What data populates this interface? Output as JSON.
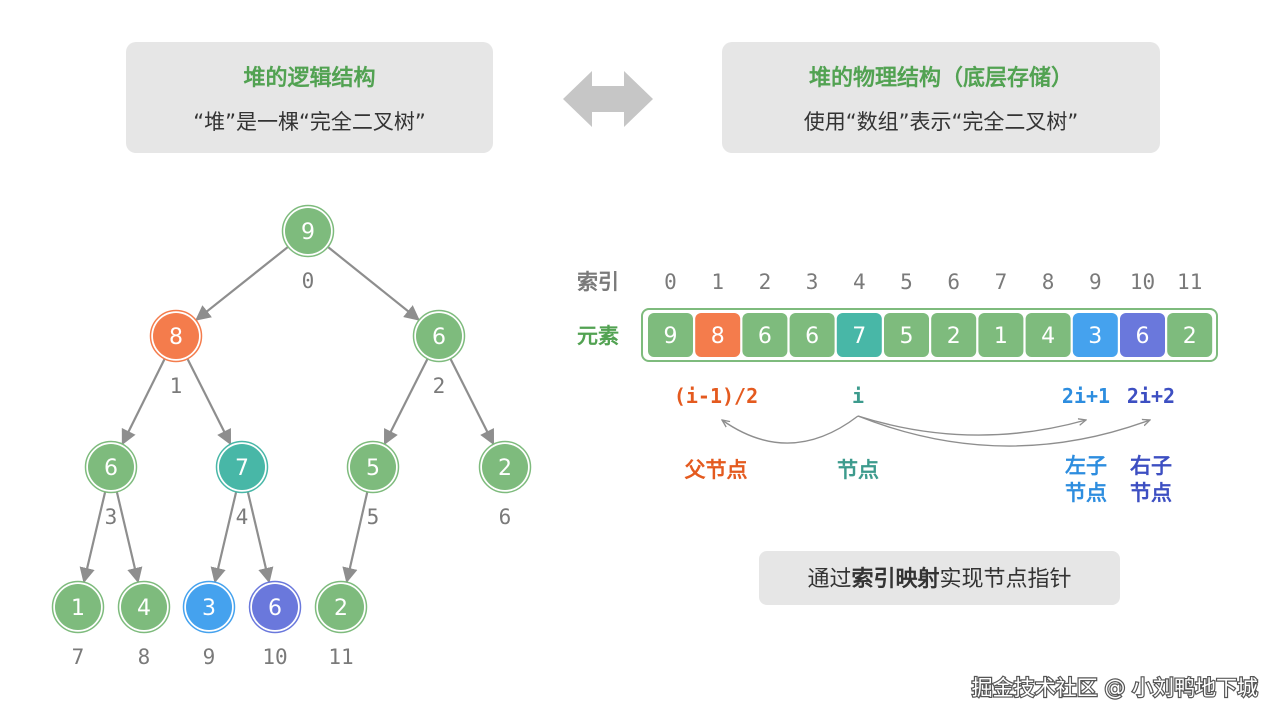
{
  "colors": {
    "green_title": "#52a252",
    "node_green": "#7ebb7d",
    "node_orange": "#f47c4c",
    "node_teal": "#48b7a7",
    "node_blue": "#45a2ee",
    "node_indigo": "#6a78dc",
    "index_text": "#7a7a7a",
    "edge": "#8e8e8e",
    "panel_bg": "#e6e6e6",
    "parent_text": "#e45a1f",
    "current_text": "#3d9b8d",
    "left_child_text": "#2d8ddf",
    "right_child_text": "#3d4fc2"
  },
  "logical_panel": {
    "title": "堆的逻辑结构",
    "subtitle": "“堆”是一棵“完全二叉树”"
  },
  "physical_panel": {
    "title": "堆的物理结构（底层存储）",
    "subtitle": "使用“数组”表示“完全二叉树”"
  },
  "double_arrow": {
    "icon": "double-arrow-icon"
  },
  "tree": {
    "nodes": [
      {
        "value": "9",
        "index": "0",
        "color": "green"
      },
      {
        "value": "8",
        "index": "1",
        "color": "orange"
      },
      {
        "value": "6",
        "index": "2",
        "color": "green"
      },
      {
        "value": "6",
        "index": "3",
        "color": "green"
      },
      {
        "value": "7",
        "index": "4",
        "color": "teal"
      },
      {
        "value": "5",
        "index": "5",
        "color": "green"
      },
      {
        "value": "2",
        "index": "6",
        "color": "green"
      },
      {
        "value": "1",
        "index": "7",
        "color": "green"
      },
      {
        "value": "4",
        "index": "8",
        "color": "green"
      },
      {
        "value": "3",
        "index": "9",
        "color": "blue"
      },
      {
        "value": "6",
        "index": "10",
        "color": "indigo"
      },
      {
        "value": "2",
        "index": "11",
        "color": "green"
      }
    ]
  },
  "array": {
    "index_label": "索引",
    "element_label": "元素",
    "indices": [
      "0",
      "1",
      "2",
      "3",
      "4",
      "5",
      "6",
      "7",
      "8",
      "9",
      "10",
      "11"
    ],
    "cells": [
      {
        "value": "9",
        "color": "green"
      },
      {
        "value": "8",
        "color": "orange"
      },
      {
        "value": "6",
        "color": "green"
      },
      {
        "value": "6",
        "color": "green"
      },
      {
        "value": "7",
        "color": "teal"
      },
      {
        "value": "5",
        "color": "green"
      },
      {
        "value": "2",
        "color": "green"
      },
      {
        "value": "1",
        "color": "green"
      },
      {
        "value": "4",
        "color": "green"
      },
      {
        "value": "3",
        "color": "blue"
      },
      {
        "value": "6",
        "color": "indigo"
      },
      {
        "value": "2",
        "color": "green"
      }
    ]
  },
  "formulas": {
    "parent": "(i-1)/2",
    "current": "i",
    "left": "2i+1",
    "right": "2i+2"
  },
  "roles": {
    "parent": "父节点",
    "current": "节点",
    "left_line1": "左子",
    "left_line2": "节点",
    "right_line1": "右子",
    "right_line2": "节点"
  },
  "mapping_note": {
    "prefix": "通过",
    "bold": "索引映射",
    "suffix": "实现节点指针"
  },
  "watermark": "掘金技术社区 @ 小刘鸭地下城"
}
